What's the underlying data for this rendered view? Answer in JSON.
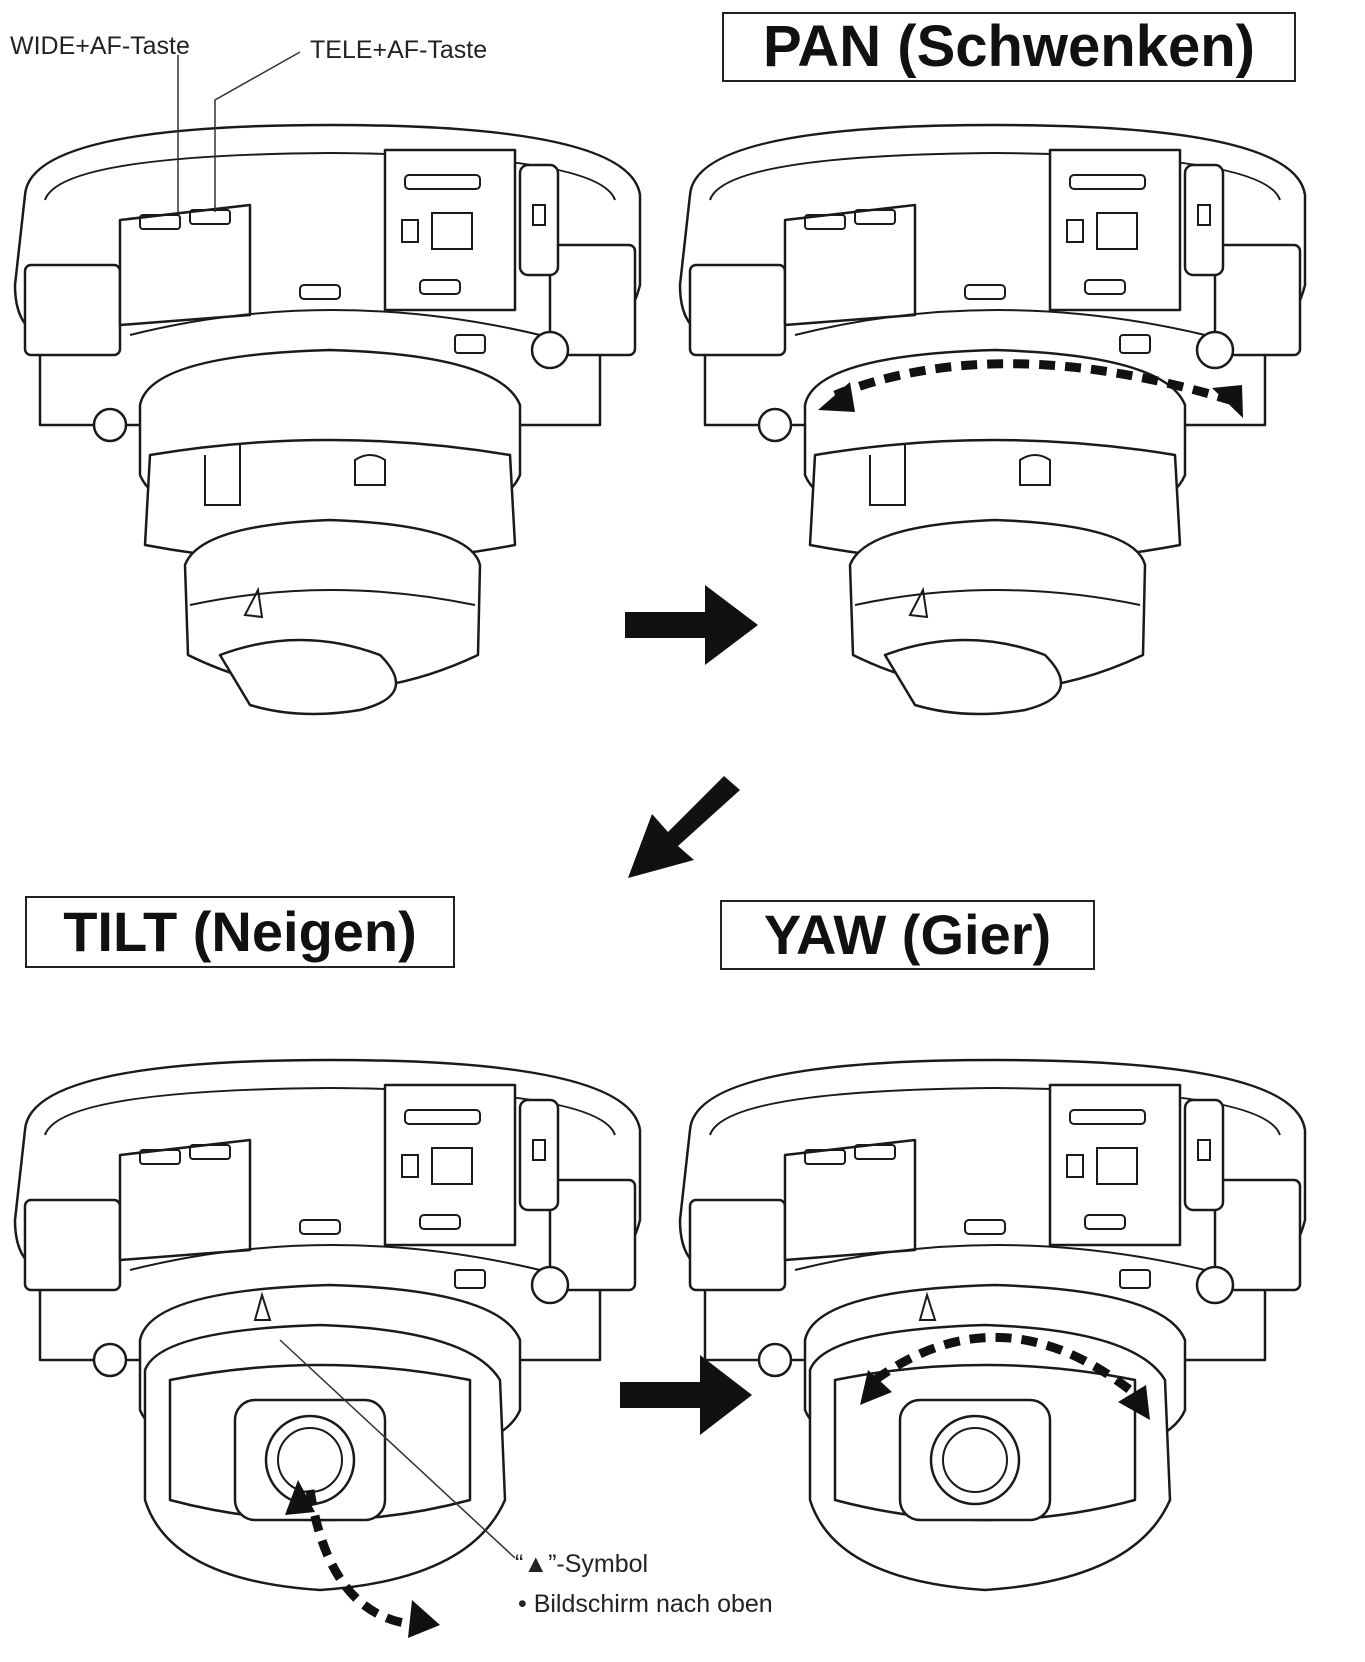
{
  "labels": {
    "wide_af": "WIDE+AF-Taste",
    "tele_af": "TELE+AF-Taste",
    "pan": "PAN (Schwenken)",
    "tilt": "TILT (Neigen)",
    "yaw": "YAW (Gier)",
    "symbol_note": "“▲”-Symbol",
    "screen_up": "• Bildschirm nach oben"
  },
  "icons": {
    "flow_arrow_1": "arrow-right-icon",
    "flow_arrow_2": "arrow-down-left-icon",
    "flow_arrow_3": "arrow-right-icon",
    "pan_motion": "curved-double-arrow-icon",
    "tilt_motion": "curved-double-arrow-icon",
    "yaw_motion": "curved-double-arrow-icon",
    "triangle_mark": "triangle-icon"
  },
  "colors": {
    "line": "#1a1a1a",
    "background": "#ffffff"
  }
}
